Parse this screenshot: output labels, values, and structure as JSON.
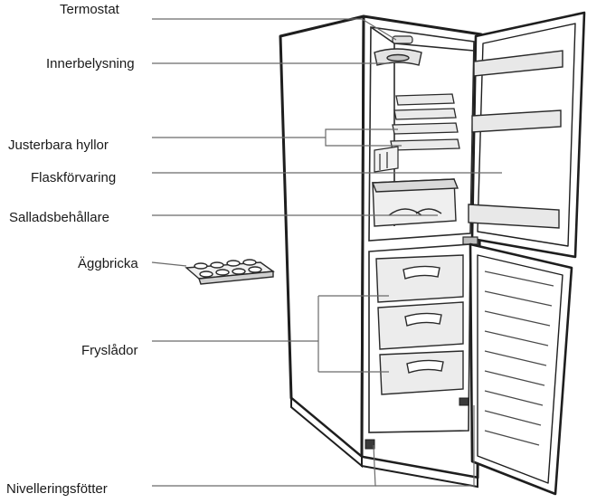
{
  "labels": {
    "thermostat": "Termostat",
    "interior_light": "Innerbelysning",
    "adjustable_shelves": "Justerbara hyllor",
    "bottle_storage": "Flaskförvaring",
    "salad_crisper": "Salladsbehållare",
    "egg_tray": "Äggbricka",
    "freezer_drawers": "Fryslådor",
    "levelling_feet": "Nivelleringsfötter"
  },
  "colors": {
    "line": "#6a6a6a",
    "outline": "#1e1e1e",
    "fill": "#ffffff",
    "shade": "#d9d9d9"
  }
}
